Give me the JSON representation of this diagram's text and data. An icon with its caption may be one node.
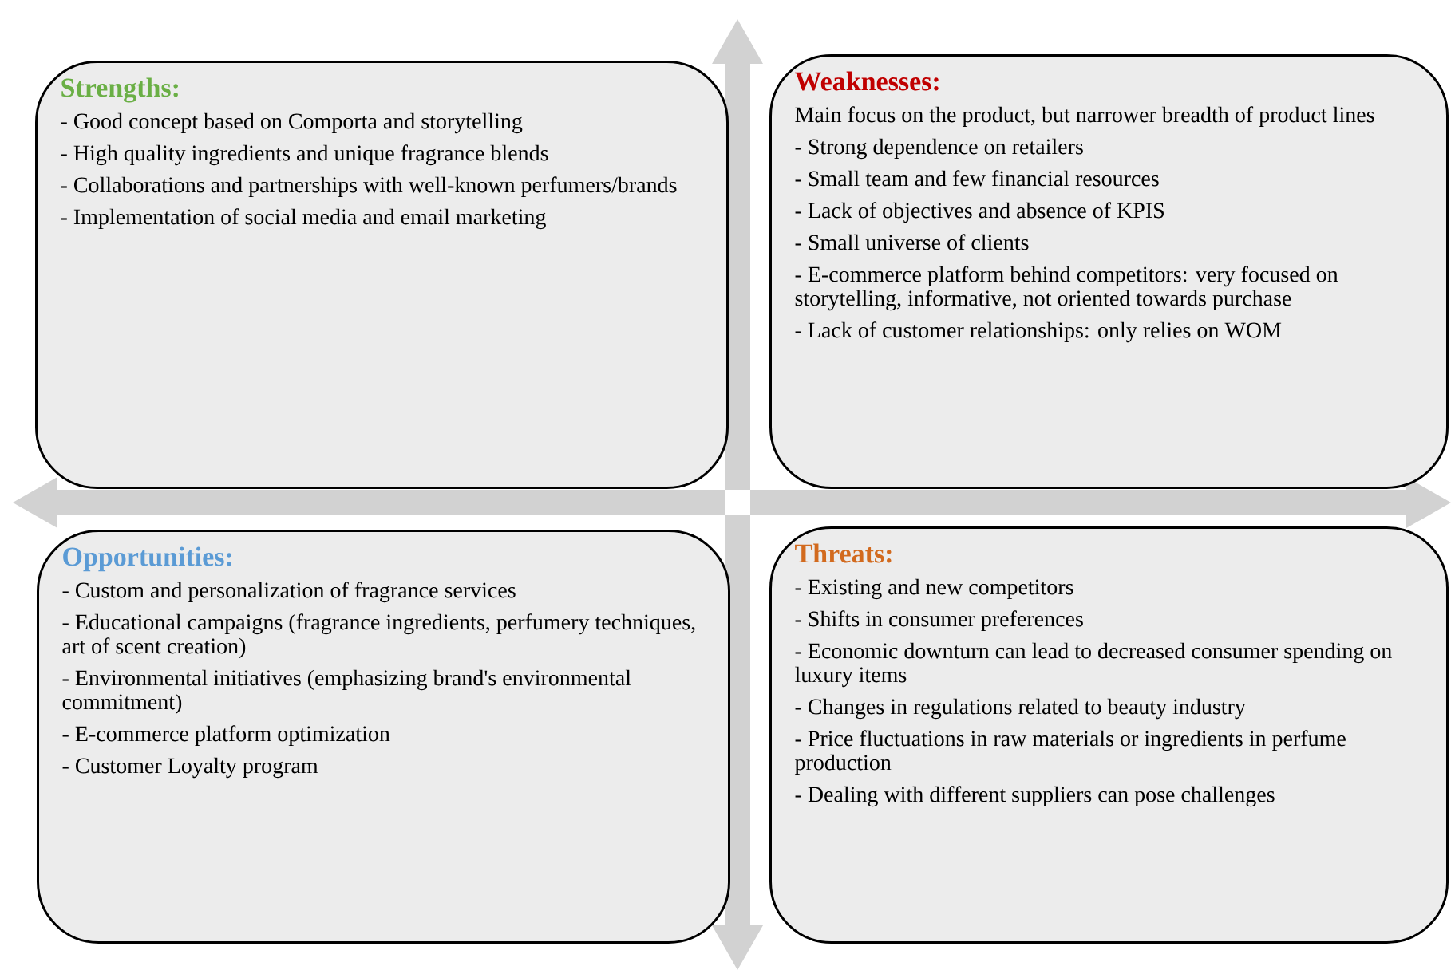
{
  "diagram": {
    "nodes": [
      {
        "text": [
          "Strengths:",
          "- Good concept based on Comporta and storytelling",
          "- High quality ingredients and unique fragrance blends",
          "- Collaborations and partnerships with well-known perfumers/brands",
          "- Implementation of social media and email marketing"
        ]
      },
      {
        "text": [
          "Weaknesses:",
          "Main focus on the product, but narrower breadth of product lines",
          "- Strong dependence on retailers",
          "- Small team and few financial resources",
          "- Lack of objectives and absence of KPIS",
          "- Small universe of clients",
          "- E-commerce platform behind competitors: very focused on storytelling, informative, not oriented towards purchase",
          "- Lack of customer relationships: only relies on WOM"
        ]
      },
      {
        "text": [
          "Opportunities:",
          "- Custom and personalization of fragrance services",
          "- Educational campaigns (fragrance ingredients, perfumery techniques, art of scent creation)",
          "- Environmental initiatives (emphasizing brand's environmental commitment)",
          "- E-commerce platform optimization",
          "- Customer Loyalty program"
        ]
      },
      {
        "text": [
          "Threats:",
          "- Existing and new competitors",
          "- Shifts in consumer preferences",
          "- Economic downturn can lead to decreased consumer spending on luxury items",
          "- Changes in regulations related to beauty industry",
          "- Price fluctuations in raw materials or ingredients in perfume production",
          "- Dealing with different suppliers can pose challenges"
        ]
      }
    ]
  }
}
